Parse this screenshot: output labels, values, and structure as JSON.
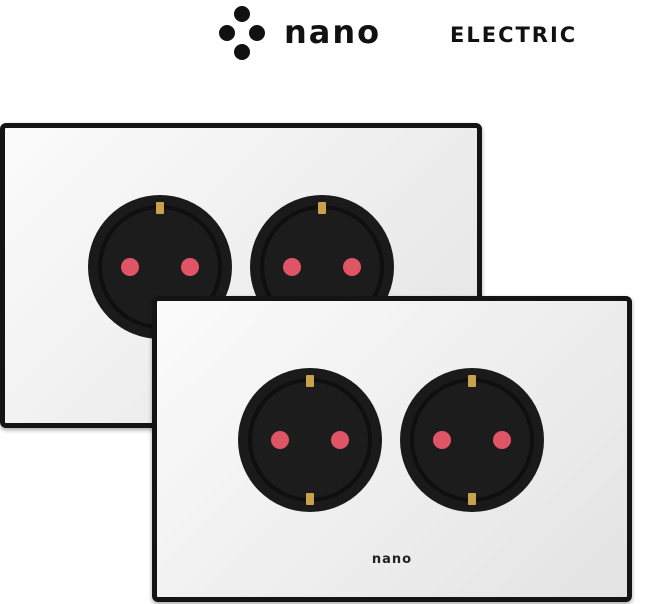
{
  "logo": {
    "brand": "nano",
    "sub": "ELECTRIC",
    "icon": "four-dot-diamond-icon"
  },
  "plates": {
    "back": {
      "sockets": 2
    },
    "front": {
      "sockets": 2,
      "brand_mark": "nano"
    }
  },
  "colors": {
    "frame": "#141414",
    "plate": "#f2f2f2",
    "socket_body": "#1a1a1a",
    "pin_holes": "#e05566",
    "ground_clip": "#c7a24a"
  }
}
